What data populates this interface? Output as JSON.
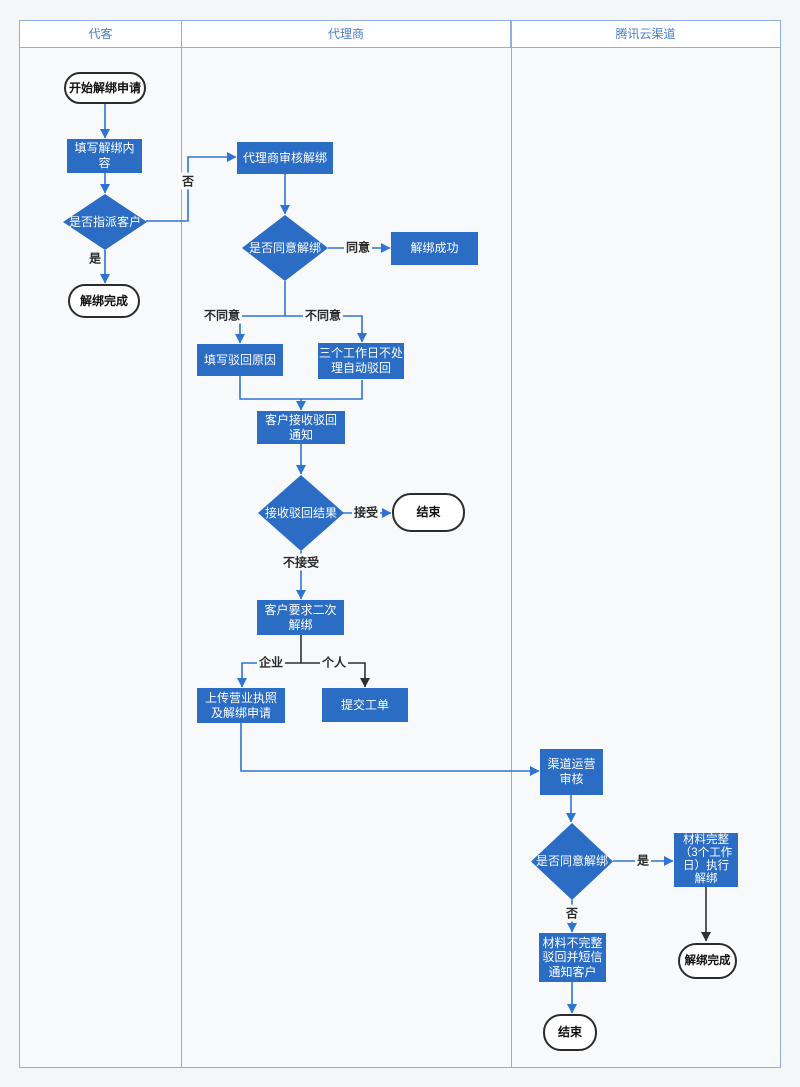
{
  "diagram": {
    "type": "swimlane-flowchart",
    "colors": {
      "node_fill": "#2b6cc4",
      "node_text": "#ffffff",
      "line_blue": "#2e74d4",
      "line_dark": "#303030",
      "lane_border": "#8fafdd",
      "lane_header_text": "#4a7dc8",
      "lane_background": "#f8f9fa",
      "terminator_border": "#2b2b2b"
    }
  },
  "lanes": [
    {
      "title": "代客"
    },
    {
      "title": "代理商"
    },
    {
      "title": "腾讯云渠道"
    }
  ],
  "nodes": [
    {
      "type": "terminator",
      "label": "开始解绑申请"
    },
    {
      "type": "process",
      "label": "填写解绑内\n容"
    },
    {
      "type": "decision",
      "label": "是否指派客户"
    },
    {
      "type": "terminator",
      "label": "解绑完成"
    },
    {
      "type": "process",
      "label": "代理商审核解绑"
    },
    {
      "type": "decision",
      "label": "是否同意解绑"
    },
    {
      "type": "process",
      "label": "解绑成功"
    },
    {
      "type": "process",
      "label": "填写驳回原因"
    },
    {
      "type": "process",
      "label": "三个工作日不处\n理自动驳回"
    },
    {
      "type": "process",
      "label": "客户接收驳回\n通知"
    },
    {
      "type": "decision",
      "label": "接收驳回结果"
    },
    {
      "type": "terminator",
      "label": "结束"
    },
    {
      "type": "process",
      "label": "客户要求二次\n解绑"
    },
    {
      "type": "process",
      "label": "上传营业执照\n及解绑申请"
    },
    {
      "type": "process",
      "label": "提交工单"
    },
    {
      "type": "process",
      "label": "渠道运营\n审核"
    },
    {
      "type": "decision",
      "label": "是否同意解绑"
    },
    {
      "type": "process",
      "label": "材料完整\n（3个工作\n日）执行\n解绑"
    },
    {
      "type": "terminator",
      "label": "解绑完成"
    },
    {
      "type": "process",
      "label": "材料不完整\n驳回并短信\n通知客户"
    },
    {
      "type": "terminator",
      "label": "结束"
    }
  ],
  "edge_labels": [
    {
      "text": "否"
    },
    {
      "text": "是"
    },
    {
      "text": "同意"
    },
    {
      "text": "不同意"
    },
    {
      "text": "不同意"
    },
    {
      "text": "接受"
    },
    {
      "text": "不接受"
    },
    {
      "text": "企业"
    },
    {
      "text": "个人"
    },
    {
      "text": "是"
    },
    {
      "text": "否"
    }
  ]
}
